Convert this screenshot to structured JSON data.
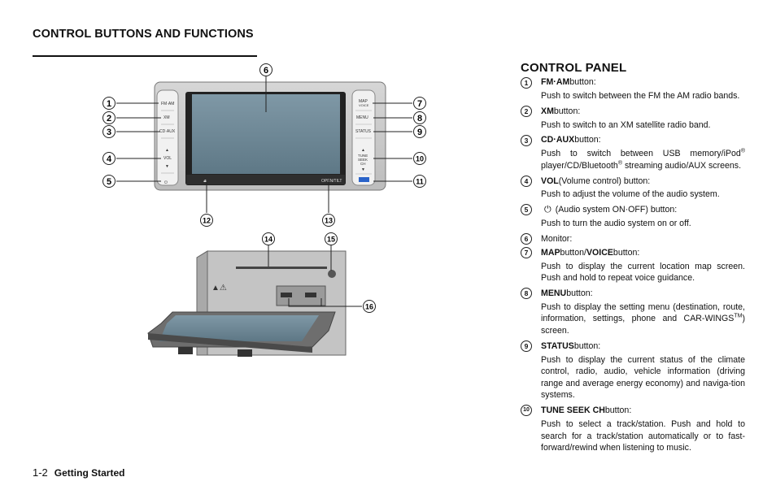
{
  "page": {
    "section_title": "CONTROL BUTTONS AND FUNCTIONS",
    "page_number": "1-2",
    "footer_title": "Getting Started"
  },
  "figure": {
    "left_buttons": [
      "FM·AM",
      "XM",
      "CD·AUX",
      "VOL"
    ],
    "right_buttons": [
      "MAP",
      "VOICE",
      "MENU",
      "STATUS",
      "TUNE",
      "SEEK",
      "CH"
    ],
    "open_tilt_label": "OPEN/TILT",
    "callouts": [
      "1",
      "2",
      "3",
      "4",
      "5",
      "6",
      "7",
      "8",
      "9",
      "10",
      "11",
      "12",
      "13",
      "14",
      "15",
      "16"
    ]
  },
  "panel": {
    "title": "CONTROL PANEL",
    "items": [
      {
        "num": "1",
        "name": "FM·AM",
        "suffix": " button:",
        "desc": "Push to switch between the FM the AM radio bands."
      },
      {
        "num": "2",
        "name": "XM",
        "suffix": " button:",
        "desc": "Push to switch to an XM satellite radio band."
      },
      {
        "num": "3",
        "name": "CD·AUX",
        "suffix": " button:",
        "desc_a": "Push to switch between USB memory/iPod",
        "desc_b": "player/CD/Bluetooth",
        "desc_c": "streaming audio/AUX screens.",
        "reg": "®"
      },
      {
        "num": "4",
        "name": "VOL",
        "suffix": " (Volume control) button:",
        "desc": "Push to adjust the volume of the audio system."
      },
      {
        "num": "5",
        "suffix": "(Audio system ON·OFF) button:",
        "desc": "Push to turn the audio system on or off.",
        "icon": "power-icon"
      },
      {
        "num": "6",
        "suffix": "Monitor:"
      },
      {
        "num": "7",
        "name": "MAP",
        "mid": " button/",
        "name2": "VOICE",
        "suffix": " button:",
        "desc": "Push to display the current location map screen. Push and hold to repeat voice guidance."
      },
      {
        "num": "8",
        "name": "MENU",
        "suffix": " button:",
        "desc_a": "Push to display the setting menu (destination, route, information, settings, phone and CAR-WINGS",
        "tm": "TM",
        "desc_b": ") screen."
      },
      {
        "num": "9",
        "name": "STATUS",
        "suffix": " button:",
        "desc": "Push to display the current status of the climate control, radio, audio, vehicle information (driving range and average energy economy) and naviga-tion systems."
      },
      {
        "num": "10",
        "name": "TUNE SEEK CH",
        "suffix": " button:",
        "desc": "Push to select a track/station. Push and hold to search for a track/station automatically or to fast-forward/rewind when listening to music."
      }
    ]
  }
}
